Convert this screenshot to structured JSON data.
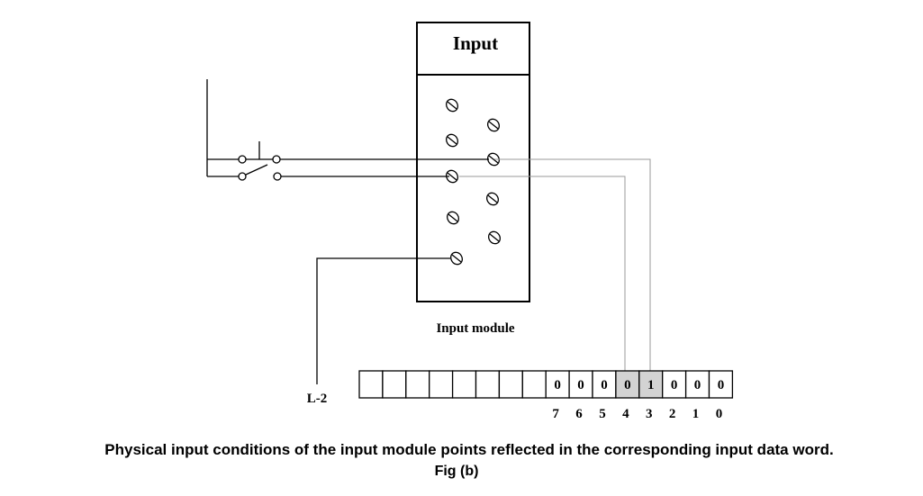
{
  "module": {
    "header": "Input",
    "label": "Input module"
  },
  "supply_label": "L-2",
  "data_word": {
    "bit_values": [
      "0",
      "0",
      "0",
      "0",
      "1",
      "0",
      "0",
      "0"
    ],
    "bit_numbers": [
      "7",
      "6",
      "5",
      "4",
      "3",
      "2",
      "1",
      "0"
    ],
    "highlighted_bits": [
      "4",
      "3"
    ],
    "highlight_color": "#d3d3d3"
  },
  "caption": {
    "text": "Physical input conditions of the input module points reflected in the corresponding input data word.",
    "fig_label": "Fig (b)"
  },
  "colors": {
    "line": "#000000",
    "wire_gray": "#9a9a9a"
  }
}
